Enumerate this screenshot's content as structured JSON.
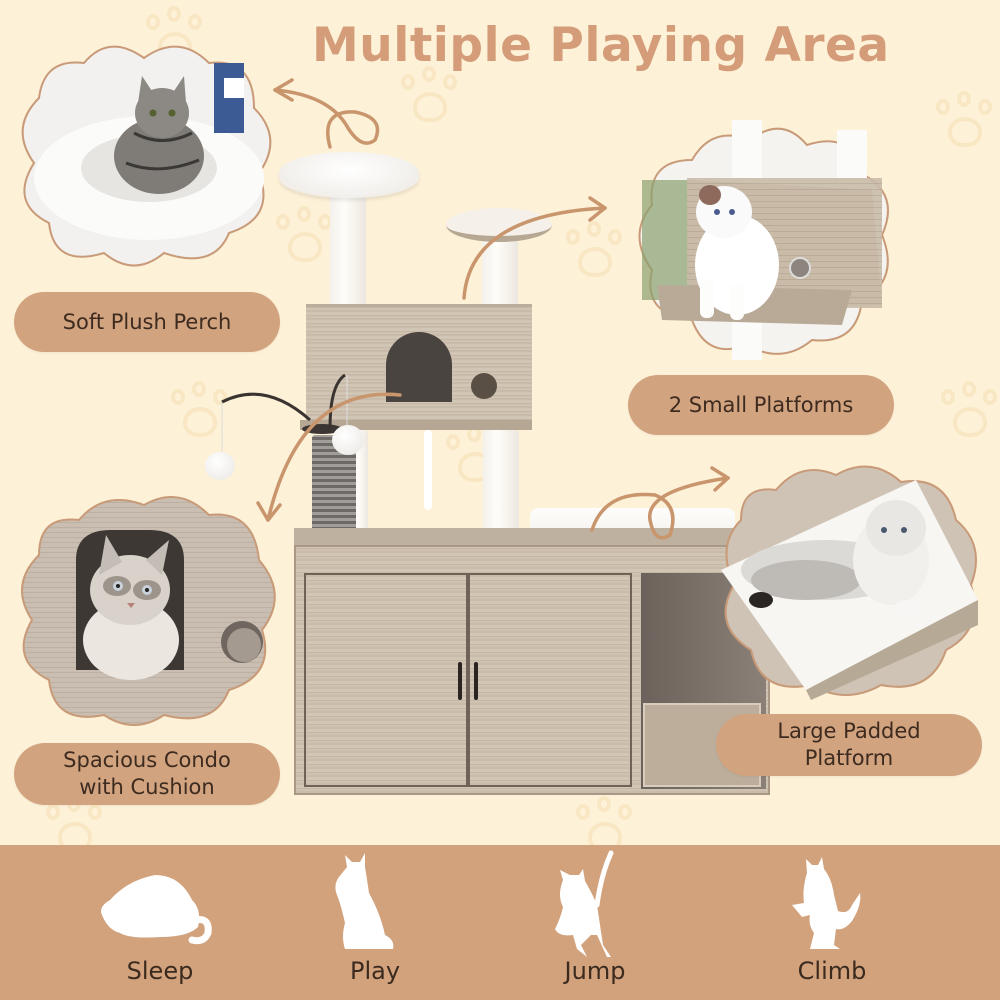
{
  "header": {
    "title": "Multiple Playing Area"
  },
  "colors": {
    "background": "#fdf1d8",
    "accent": "#d2a37f",
    "title": "#d49c78",
    "label_text": "#3d2b20",
    "footer_band": "#d2a27d",
    "icon_fill": "#ffffff"
  },
  "features": [
    {
      "id": "soft-plush-perch",
      "label": "Soft Plush Perch",
      "image": "tabby cat in round plush bed"
    },
    {
      "id": "small-platforms",
      "label": "2 Small Platforms",
      "image": "ragdoll cat on platform by condo"
    },
    {
      "id": "spacious-condo",
      "label_line1": "Spacious Condo",
      "label_line2": "with Cushion",
      "image": "cat peeking from condo door"
    },
    {
      "id": "large-padded-platform",
      "label_line1": "Large Padded",
      "label_line2": "Platform",
      "image": "fluffy kitten lying on padded platform"
    }
  ],
  "product": {
    "name": "cat tree with litter box enclosure cabinet",
    "parts": [
      "round plush perch",
      "small platform",
      "condo box",
      "hanging pom-pom toys",
      "self-groomer brush post",
      "two-door cabinet",
      "litter box compartment",
      "padded mat"
    ]
  },
  "activities": [
    {
      "label": "Sleep",
      "icon": "sleeping-cat-icon"
    },
    {
      "label": "Play",
      "icon": "sitting-cat-icon"
    },
    {
      "label": "Jump",
      "icon": "jumping-cat-icon"
    },
    {
      "label": "Climb",
      "icon": "standing-cat-icon"
    }
  ]
}
